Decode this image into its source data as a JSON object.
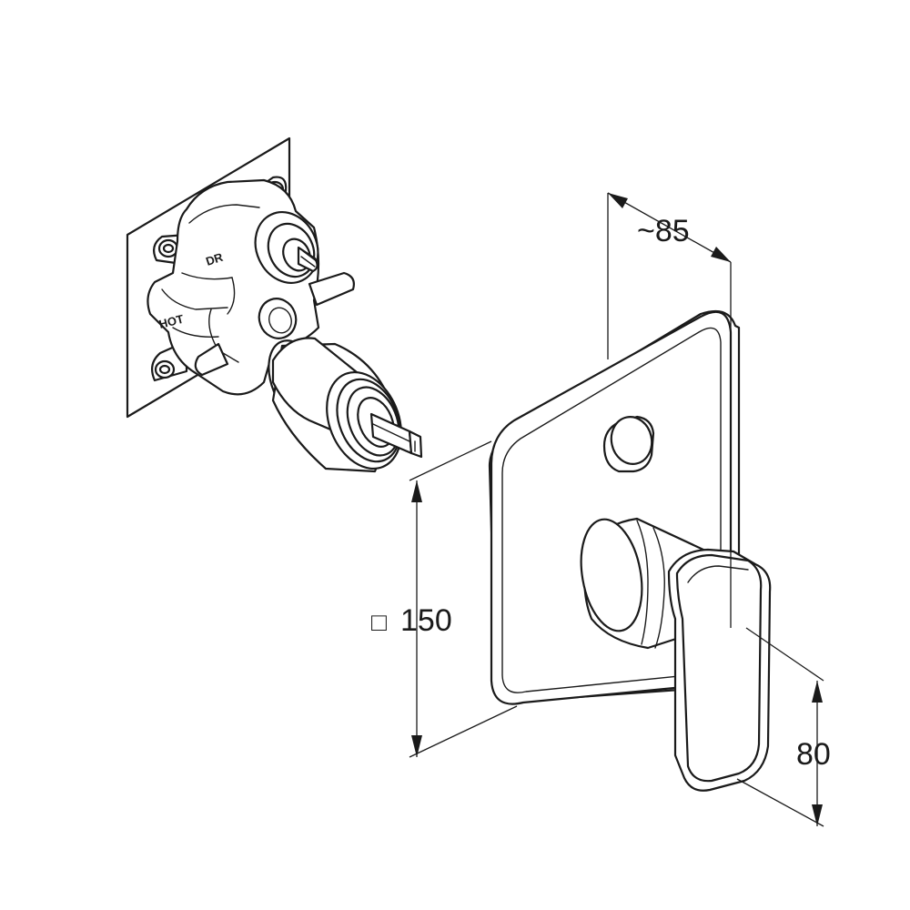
{
  "dimensions": {
    "depth_label": "~85",
    "plate_size_label": "150",
    "plate_size_symbol": "□",
    "handle_height_label": "80"
  },
  "valve_body": {
    "outlet_stamp": "DR",
    "inlet_stamp": "HOT"
  },
  "colors": {
    "line": "#1a1a1a",
    "background": "#ffffff"
  }
}
